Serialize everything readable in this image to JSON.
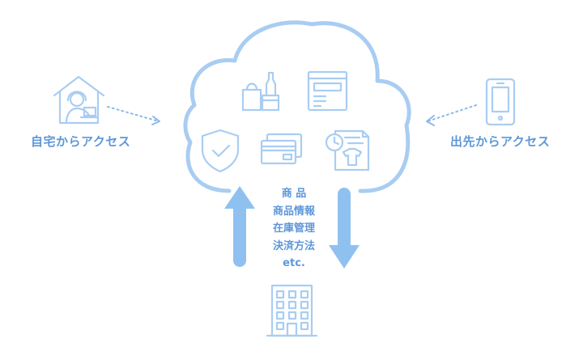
{
  "left_label": "自宅からアクセス",
  "right_label": "出先からアクセス",
  "center_items": [
    "商 品",
    "商品情報",
    "在庫管理",
    "決済方法",
    "etc."
  ],
  "colors": {
    "line": "#a9cdf2",
    "arrow": "#8fc1f0",
    "text": "#5e97d9",
    "dots": "#8fb8e6"
  },
  "icons": {
    "home": "house-worker-icon",
    "phone": "smartphone-icon",
    "shop": "shopping-bag-bottle-icon",
    "web": "browser-window-icon",
    "shield": "shield-check-icon",
    "card": "credit-card-icon",
    "doc": "clock-document-icon",
    "building": "office-building-icon"
  }
}
